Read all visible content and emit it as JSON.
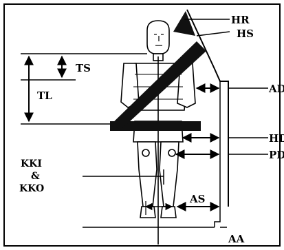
{
  "labels": {
    "hr": "HR",
    "hs": "HS",
    "ts": "TS",
    "tl": "TL",
    "ad": "AD",
    "hd": "HD",
    "pd": "PD",
    "kki": "KKI",
    "amp": "&",
    "kko": "KKO",
    "as": "AS",
    "aa": "AA"
  },
  "colors": {
    "ink": "#000000",
    "figure_fill": "#ffffff",
    "belt": "#111111"
  }
}
